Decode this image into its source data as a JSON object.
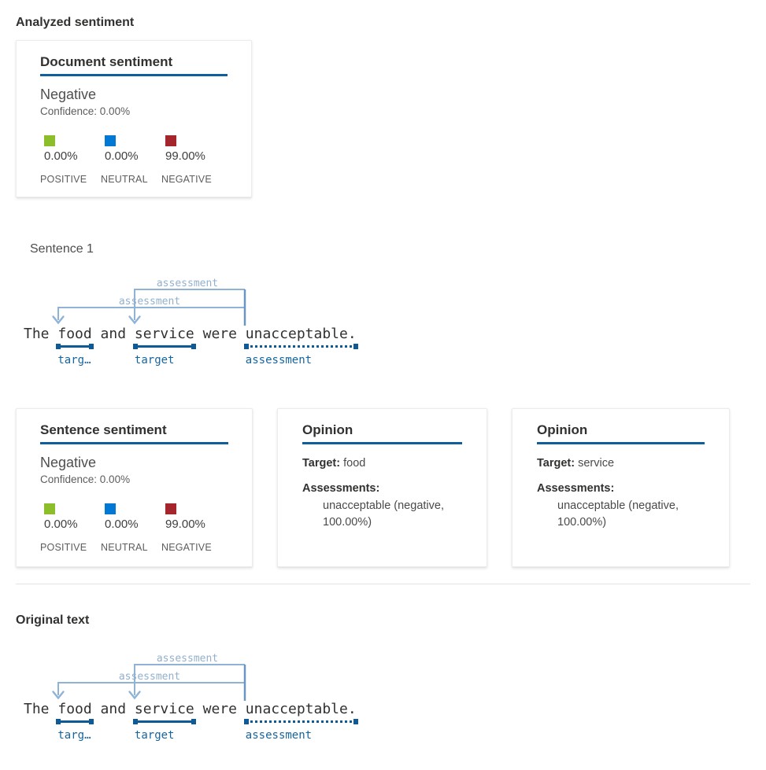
{
  "headings": {
    "analyzed": "Analyzed sentiment",
    "sentence1": "Sentence 1",
    "original": "Original text"
  },
  "colors": {
    "positive": "#8cbe2c",
    "neutral": "#0078d4",
    "negative": "#a4262c",
    "title_underline": "#0f5f9d",
    "span_underline": "#0d5a96",
    "span_label": "#1565a0",
    "bracket": "#8fb3d6",
    "bracket_right": "#6996c3"
  },
  "document_card": {
    "title": "Document sentiment",
    "sentiment": "Negative",
    "confidence": "Confidence: 0.00%",
    "scores": [
      {
        "label": "POSITIVE",
        "value": "0.00%"
      },
      {
        "label": "NEUTRAL",
        "value": "0.00%"
      },
      {
        "label": "NEGATIVE",
        "value": "99.00%"
      }
    ]
  },
  "sentence_card": {
    "title": "Sentence sentiment",
    "sentiment": "Negative",
    "confidence": "Confidence: 0.00%",
    "scores": [
      {
        "label": "POSITIVE",
        "value": "0.00%"
      },
      {
        "label": "NEUTRAL",
        "value": "0.00%"
      },
      {
        "label": "NEGATIVE",
        "value": "99.00%"
      }
    ]
  },
  "opinion_cards": [
    {
      "title": "Opinion",
      "target_label": "Target:",
      "target": "food",
      "assessments_label": "Assessments:",
      "assessment": "unacceptable (negative, 100.00%)"
    },
    {
      "title": "Opinion",
      "target_label": "Target:",
      "target": "service",
      "assessments_label": "Assessments:",
      "assessment": "unacceptable (negative, 100.00%)"
    }
  ],
  "annotation": {
    "tokens": {
      "t0": "The ",
      "w1": "food",
      "l1": "targ…",
      "t2": " and ",
      "w3": "service",
      "l3": "target",
      "t4": " were ",
      "w5": "unacceptable.",
      "l5": "assessment"
    },
    "bracket_label_top": "assessment",
    "bracket_label_lower": "assessment"
  }
}
